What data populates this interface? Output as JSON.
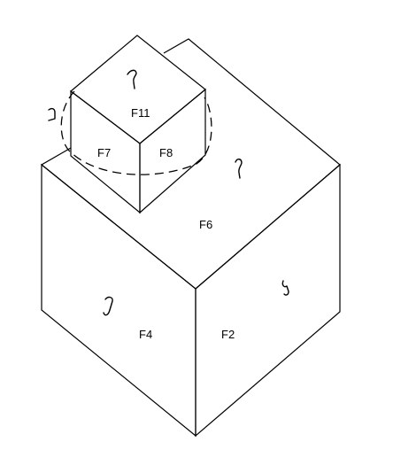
{
  "faces": {
    "f11": "F11",
    "f7": "F7",
    "f8": "F8",
    "f6": "F6",
    "f4": "F4",
    "f2": "F2"
  },
  "face_marks": [
    "f11-mark",
    "f6-mark",
    "f4-mark",
    "f2-mark",
    "f7-left-mark"
  ]
}
